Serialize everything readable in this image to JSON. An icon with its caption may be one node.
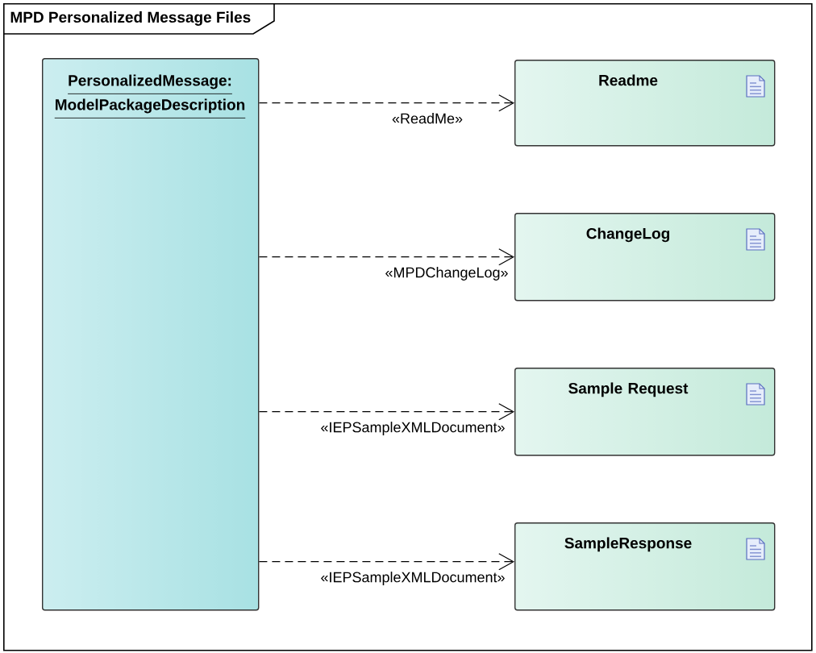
{
  "diagram": {
    "nodes": [
      {
        "text": [
          "MPD Personalized Message Files"
        ]
      },
      {
        "text": [
          "PersonalizedMessage: ModelPackageDescription"
        ],
        "in": 0
      },
      {
        "text": [
          "Readme"
        ],
        "in": 0
      },
      {
        "text": [
          "ChangeLog"
        ],
        "in": 0
      },
      {
        "text": [
          "Sample Request"
        ],
        "in": 0
      },
      {
        "text": [
          "SampleResponse"
        ],
        "in": 0
      }
    ],
    "edges": [
      {
        "from": 1,
        "to": 2,
        "arrow": "to",
        "label": "«ReadMe»",
        "style": "dashed"
      },
      {
        "from": 1,
        "to": 3,
        "arrow": "to",
        "label": "«MPDChangeLog»",
        "style": "dashed"
      },
      {
        "from": 1,
        "to": 4,
        "arrow": "to",
        "label": "«IEPSampleXMLDocument»",
        "style": "dashed"
      },
      {
        "from": 1,
        "to": 5,
        "arrow": "to",
        "label": "«IEPSampleXMLDocument»",
        "style": "dashed"
      }
    ]
  }
}
